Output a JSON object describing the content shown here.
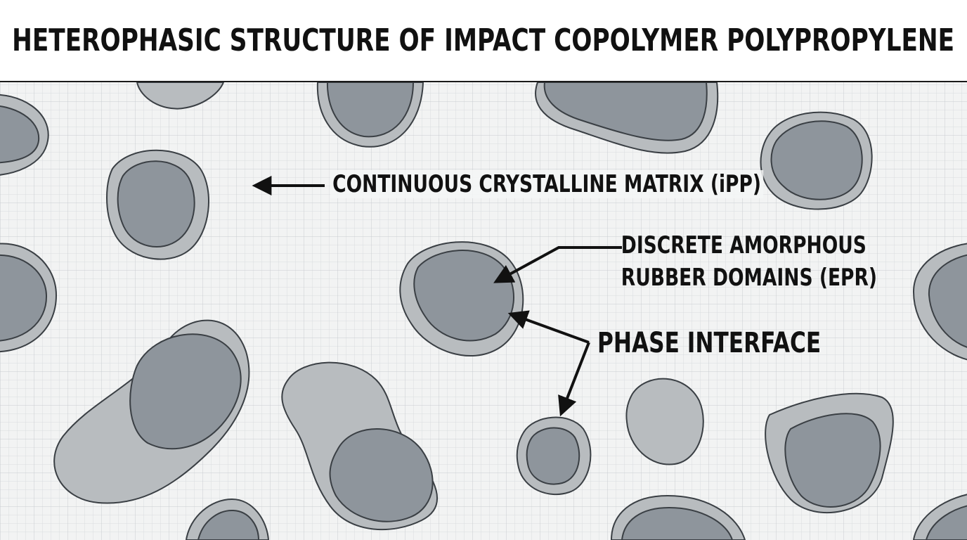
{
  "title": "HETEROPHASIC STRUCTURE OF IMPACT COPOLYMER POLYPROPYLENE",
  "labels": {
    "matrix": "CONTINUOUS CRYSTALLINE MATRIX (iPP)",
    "rubber_line1": "DISCRETE AMORPHOUS",
    "rubber_line2": "RUBBER DOMAINS (EPR)",
    "interface": "PHASE INTERFACE"
  },
  "colors": {
    "background": "#f2f3f3",
    "grid": "#d6dadb",
    "rubber_core": "#8e959c",
    "interface_shell": "#b8bcbf",
    "outline": "#3a3f44",
    "text": "#111111"
  }
}
